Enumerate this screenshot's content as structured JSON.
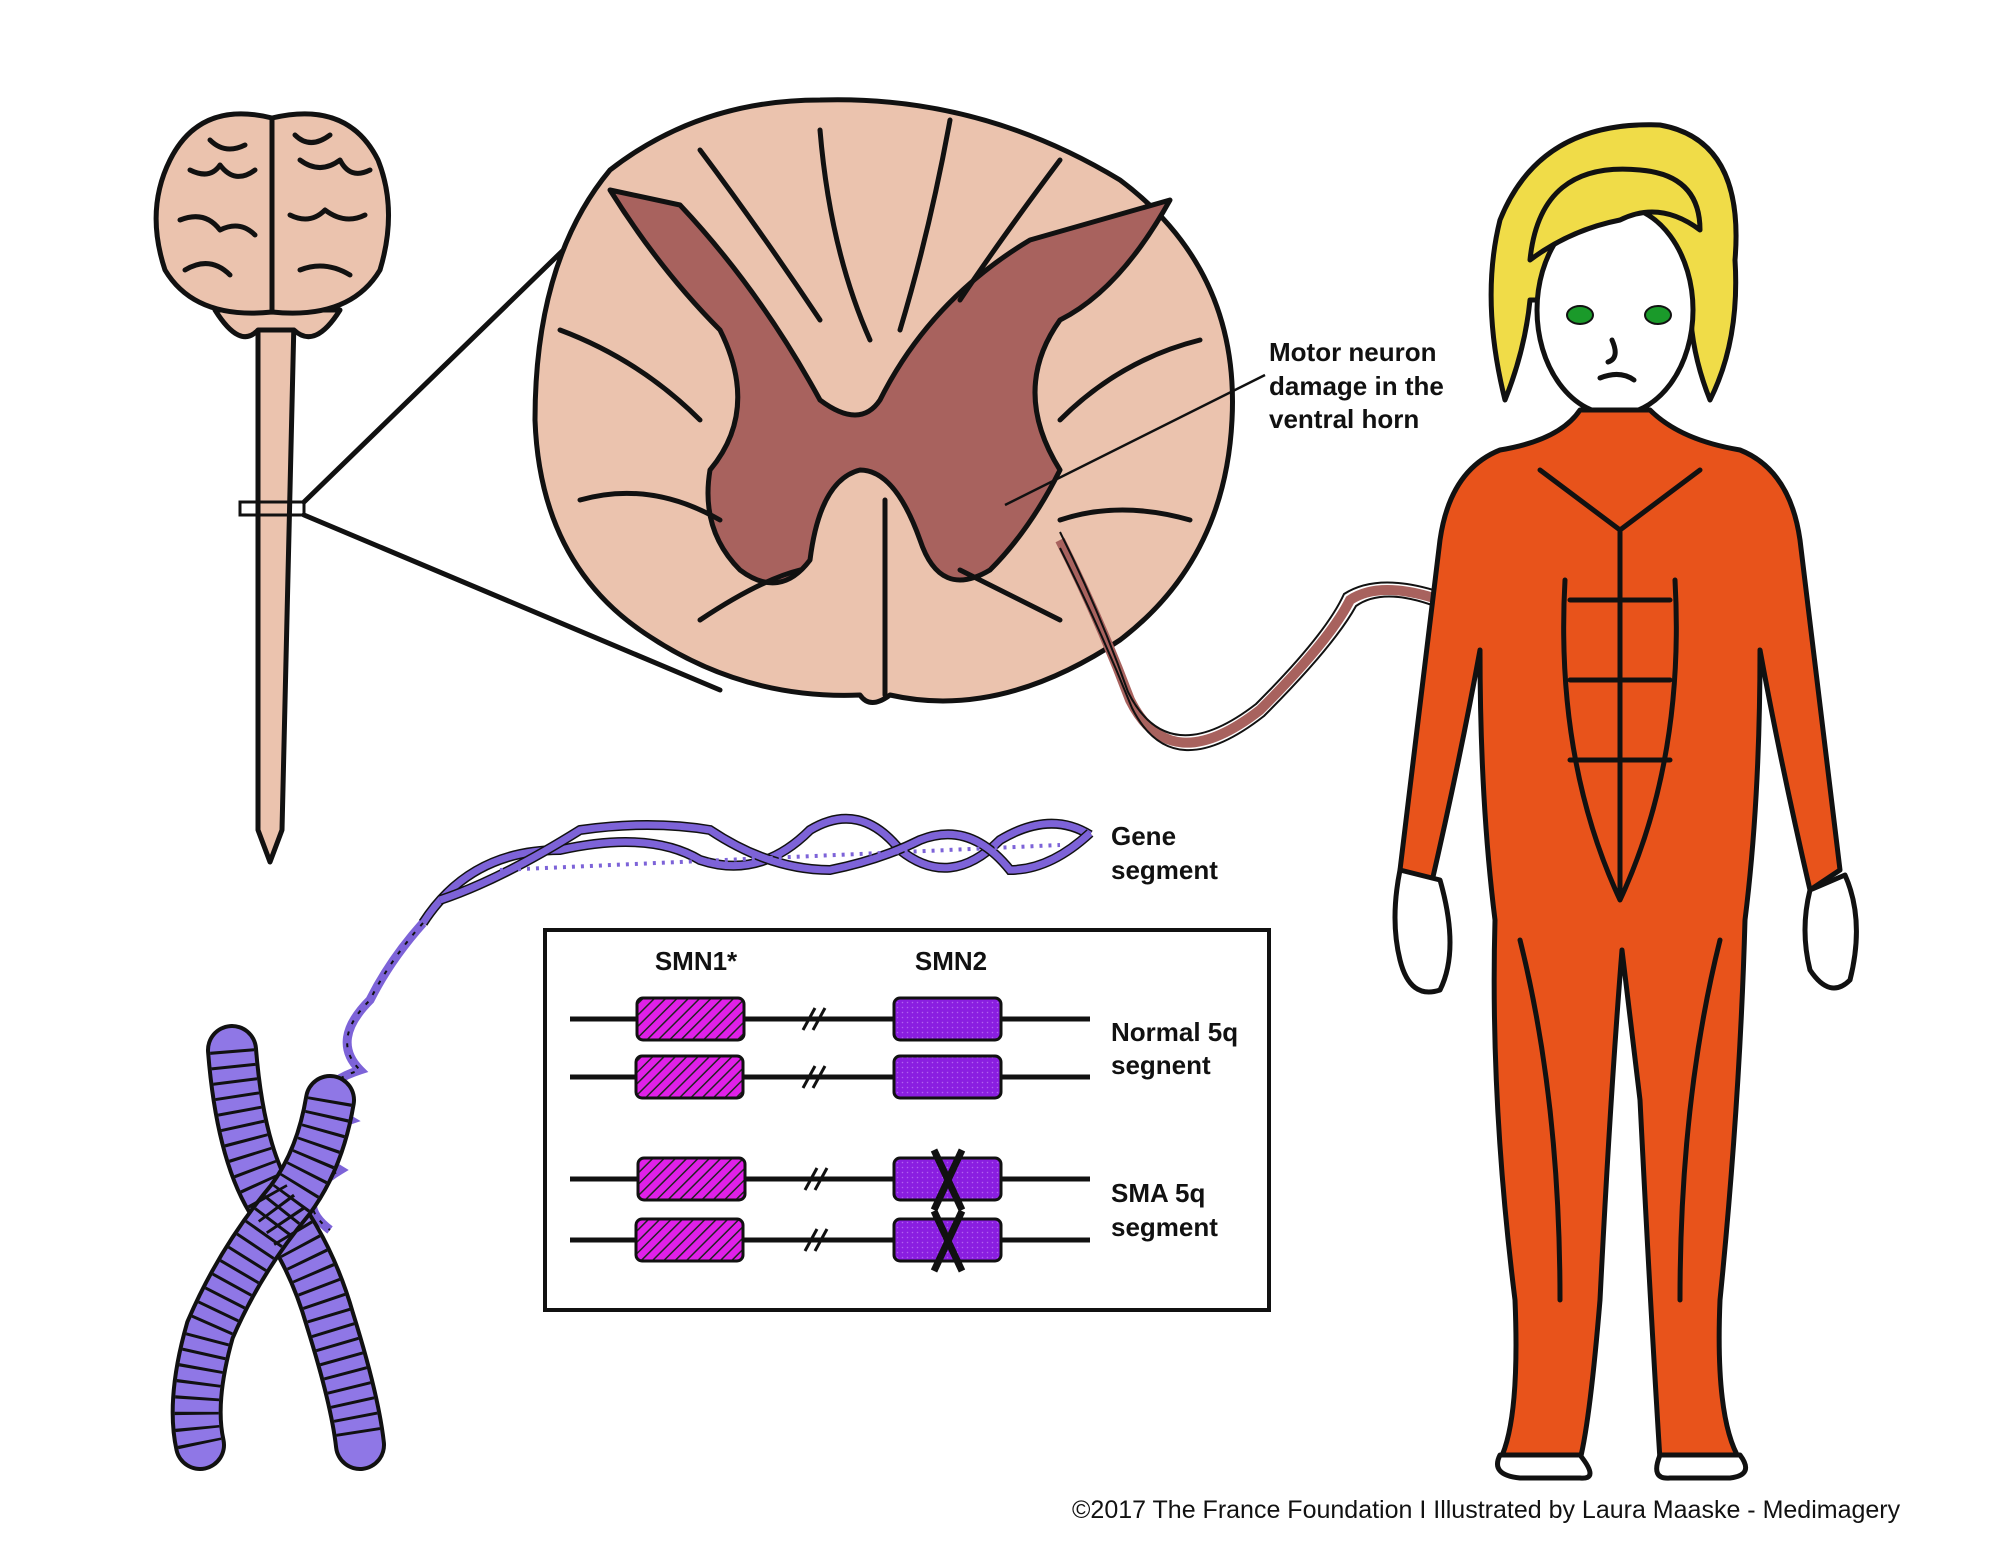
{
  "labels": {
    "motor_neuron": [
      "Motor neuron",
      "damage in the",
      "ventral horn"
    ],
    "gene_segment": [
      "Gene",
      "segment"
    ],
    "normal_segment": [
      "Normal 5q",
      "segnent"
    ],
    "sma_segment": [
      "SMA 5q",
      "segment"
    ]
  },
  "gene_box": {
    "columns": [
      "SMN1*",
      "SMN2"
    ]
  },
  "footer": "©2017 The France Foundation I Illustrated by Laura Maaske - Medimagery",
  "colors": {
    "tissue_pink": "#ebc3ae",
    "gray_matter": "#a8625e",
    "muscle_orange": "#e8531b",
    "hair_yellow": "#f0dc48",
    "dna_purple": "#7d63d8",
    "smn1_magenta": "#e020e8",
    "smn2_violet": "#8a1ee0"
  }
}
